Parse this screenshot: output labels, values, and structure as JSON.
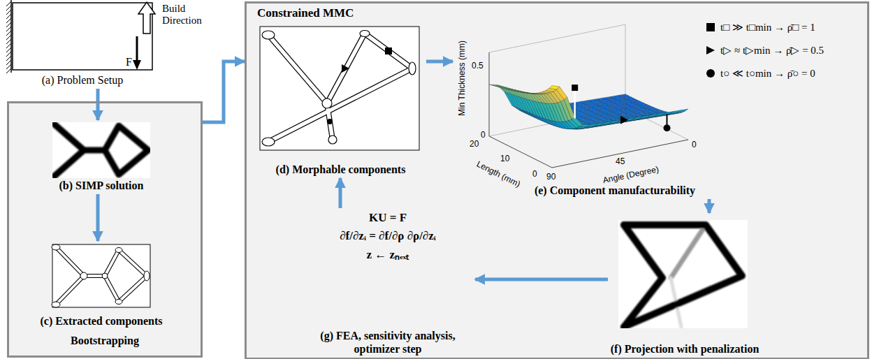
{
  "diagram": {
    "nodes": [
      {
        "text": [
          "(a) Problem Setup"
        ]
      },
      {
        "text": [
          "Bootstrapping"
        ]
      },
      {
        "text": [
          "(b) SIMP solution"
        ],
        "in": 1
      },
      {
        "text": [
          "(c) Extracted components"
        ],
        "in": 1
      },
      {
        "text": [
          "Constrained MMC"
        ]
      },
      {
        "text": [
          "(d) Morphable components"
        ],
        "in": 4
      },
      {
        "text": [
          "(e) Component manufacturability"
        ],
        "in": 4
      },
      {
        "text": [
          "(f) Projection with penalization"
        ],
        "in": 4
      },
      {
        "text": [
          "KU = F",
          "∂f/∂zᵢ = ∂f/∂ρ ∂ρ/∂zᵢ",
          "z ← zₙₑₓₜ",
          "(g) FEA, sensitivity analysis, optimizer step"
        ],
        "in": 4
      }
    ],
    "edges": [
      {
        "from": 0,
        "to": 2,
        "arrow": "to"
      },
      {
        "from": 2,
        "to": 3,
        "arrow": "to"
      },
      {
        "from": 1,
        "to": 4,
        "arrow": "to"
      },
      {
        "from": 5,
        "to": 6,
        "arrow": "to"
      },
      {
        "from": 6,
        "to": 7,
        "arrow": "to"
      },
      {
        "from": 7,
        "to": 8,
        "arrow": "to"
      },
      {
        "from": 8,
        "to": 5,
        "arrow": "to"
      }
    ],
    "labels": [
      "F",
      "Build Direction",
      "Min Thickness (mm)",
      "0.5",
      "0",
      "20",
      "10",
      "0",
      "Length (mm)",
      "90",
      "45",
      "0",
      "Angle (Degree)"
    ],
    "legend": [
      {
        "text": "t□ ≫ t□min → ρ̄□ = 1"
      },
      {
        "text": "t▷ ≈ t▷min → ρ̄▷ = 0.5"
      },
      {
        "text": "t○ ≪ t○min → ρ̄○ = 0"
      }
    ]
  }
}
